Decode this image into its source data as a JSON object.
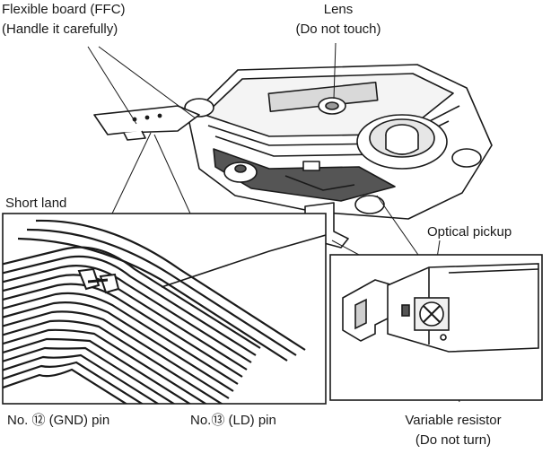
{
  "labels": {
    "flexible_board_line1": "Flexible board (FFC)",
    "flexible_board_line2": "(Handle it carefully)",
    "lens_line1": "Lens",
    "lens_line2": "(Do not touch)",
    "short_land": "Short land",
    "optical_pickup": "Optical pickup",
    "gnd_pin": "No. ⑫ (GND) pin",
    "ld_pin": "No.⑬ (LD) pin",
    "variable_resistor_line1": "Variable resistor",
    "variable_resistor_line2": "(Do not turn)"
  },
  "colors": {
    "ink": "#1a1a1a",
    "paper": "#ffffff",
    "shade": "#cfcfcf",
    "dark": "#555555"
  }
}
